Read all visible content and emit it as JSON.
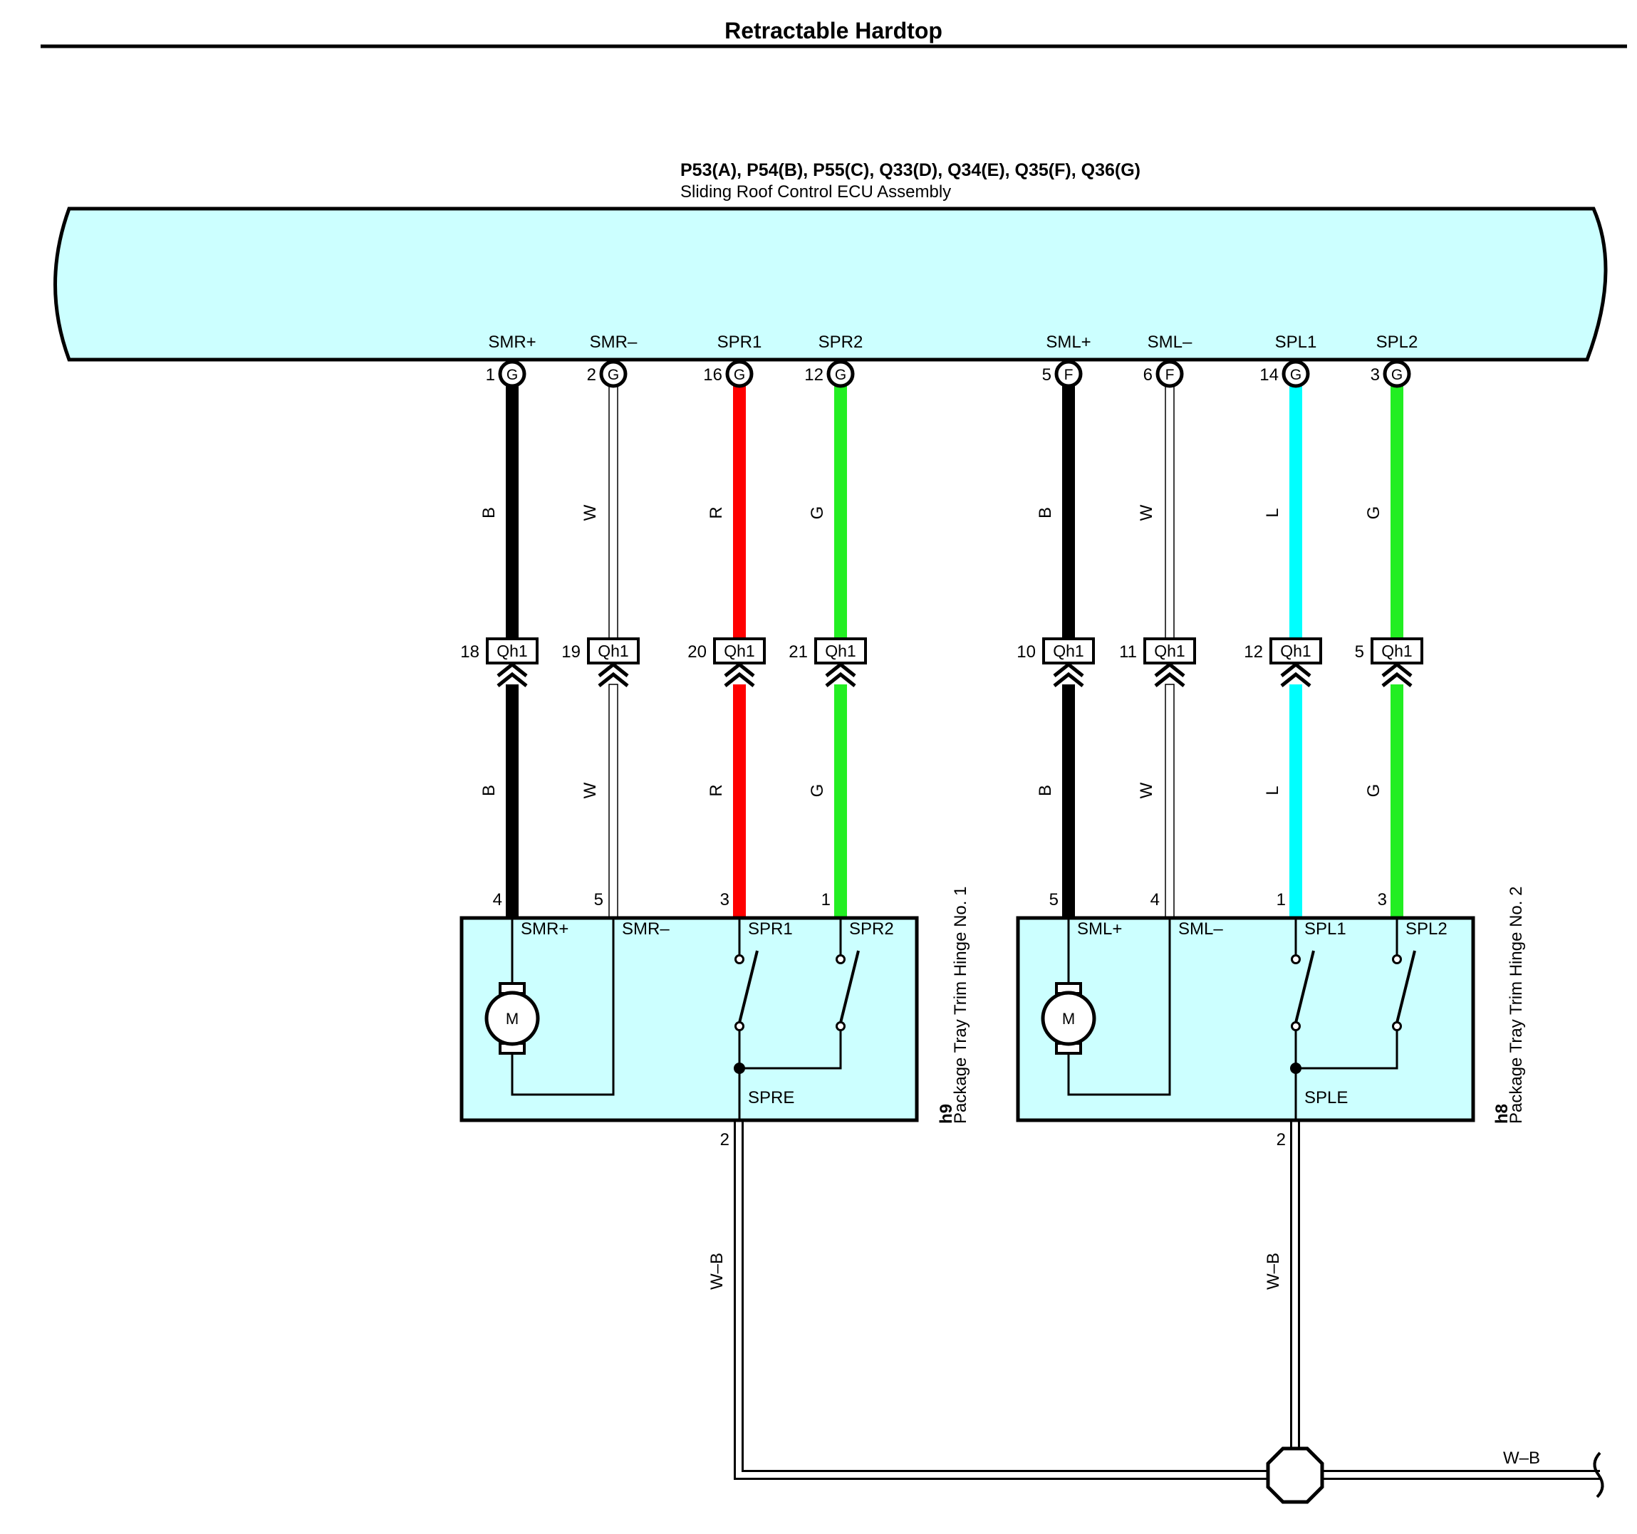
{
  "page_title": "Retractable Hardtop",
  "ecu": {
    "connectors": "P53(A), P54(B), P55(C), Q33(D), Q34(E), Q35(F), Q36(G)",
    "name": "Sliding Roof Control ECU Assembly",
    "color": "#ccffff"
  },
  "wire_colors": {
    "B": "#000000",
    "W": "#ffffff",
    "R": "#ff0000",
    "G": "#22ee22",
    "L": "#00ffff",
    "W-B": "#ffffff"
  },
  "circuits": [
    {
      "term": "SMR+",
      "pin": "1",
      "conn": "G",
      "color": "B",
      "qh_pin": "18",
      "qh": "Qh1",
      "hinge_pin": "4"
    },
    {
      "term": "SMR–",
      "pin": "2",
      "conn": "G",
      "color": "W",
      "qh_pin": "19",
      "qh": "Qh1",
      "hinge_pin": "5"
    },
    {
      "term": "SPR1",
      "pin": "16",
      "conn": "G",
      "color": "R",
      "qh_pin": "20",
      "qh": "Qh1",
      "hinge_pin": "3"
    },
    {
      "term": "SPR2",
      "pin": "12",
      "conn": "G",
      "color": "G",
      "qh_pin": "21",
      "qh": "Qh1",
      "hinge_pin": "1"
    },
    {
      "term": "SML+",
      "pin": "5",
      "conn": "F",
      "color": "B",
      "qh_pin": "10",
      "qh": "Qh1",
      "hinge_pin": "5"
    },
    {
      "term": "SML–",
      "pin": "6",
      "conn": "F",
      "color": "W",
      "qh_pin": "11",
      "qh": "Qh1",
      "hinge_pin": "4"
    },
    {
      "term": "SPL1",
      "pin": "14",
      "conn": "G",
      "color": "L",
      "qh_pin": "12",
      "qh": "Qh1",
      "hinge_pin": "1"
    },
    {
      "term": "SPL2",
      "pin": "3",
      "conn": "G",
      "color": "G",
      "qh_pin": "5",
      "qh": "Qh1",
      "hinge_pin": "3"
    }
  ],
  "hinges": [
    {
      "code": "h9",
      "name": "Package Tray Trim Hinge No. 1",
      "terminals": [
        "SMR+",
        "SMR–",
        "SPR1",
        "SPR2"
      ],
      "ground_term": "SPRE",
      "ground_pin": "2",
      "ground_color": "W–B",
      "motor": "M"
    },
    {
      "code": "h8",
      "name": "Package Tray Trim Hinge No. 2",
      "terminals": [
        "SML+",
        "SML–",
        "SPL1",
        "SPL2"
      ],
      "ground_term": "SPLE",
      "ground_pin": "2",
      "ground_color": "W–B",
      "motor": "M"
    }
  ],
  "ground_out_label": "W–B"
}
